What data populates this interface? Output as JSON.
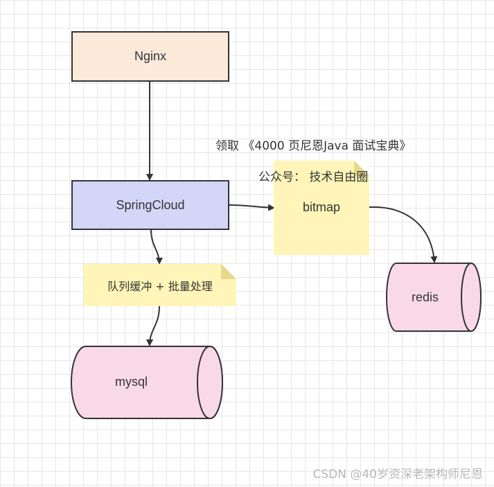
{
  "nodes": {
    "nginx": "Nginx",
    "springcloud": "SpringCloud",
    "bitmap": "bitmap",
    "queue": "队列缓冲 + 批量处理",
    "mysql": "mysql",
    "redis": "redis"
  },
  "annotations": {
    "line1": "领取 《4000 页尼恩Java 面试宝典》",
    "line2": "公众号： 技术自由圈"
  },
  "watermark": "CSDN @40岁资深老架构师尼恩",
  "colors": {
    "nginx_fill": "#fbe9da",
    "springcloud_fill": "#d3d6f7",
    "note_fill": "#fff5b8",
    "db_fill": "#f9d9e8",
    "stroke": "#333333"
  }
}
